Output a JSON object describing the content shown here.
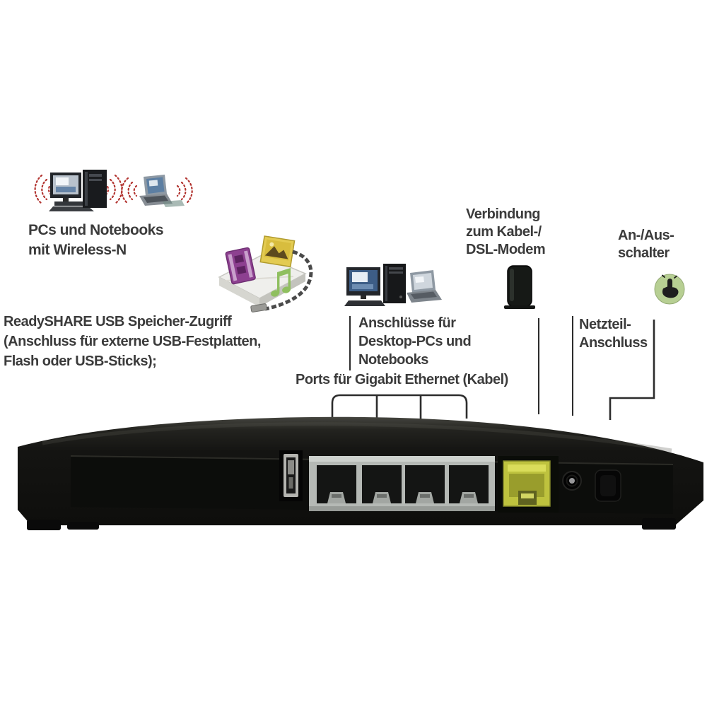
{
  "diagram_title": "Router rear panel annotated diagram",
  "labels": {
    "wireless": {
      "lines": [
        "PCs und Notebooks",
        "mit Wireless-N"
      ]
    },
    "readyshare": {
      "lines": [
        "ReadySHARE USB Speicher-Zugriff",
        "(Anschluss für externe USB-Festplatten,",
        "Flash oder USB-Sticks);"
      ]
    },
    "lan_clients": {
      "lines": [
        "Anschlüsse für",
        "Desktop-PCs und",
        "Notebooks"
      ]
    },
    "gigabit_ports": {
      "lines": [
        "Ports für Gigabit Ethernet (Kabel)"
      ]
    },
    "modem": {
      "lines": [
        "Verbindung",
        "zum Kabel-/",
        "DSL-Modem"
      ]
    },
    "power_switch": {
      "lines": [
        "An-/Aus-",
        "schalter"
      ]
    },
    "power_jack": {
      "lines": [
        "Netzteil-",
        "Anschluss"
      ]
    }
  },
  "icons": {
    "wifi_arcs": "red dotted signal arcs",
    "wireless_desktop": "desktop PC with monitor and tower",
    "wireless_laptop": "notebook computer",
    "usb_storage": "external USB drive with media chips and cable",
    "lan_desktop": "desktop PC with monitor, tower and laptop",
    "cable_modem": "upright black cable/DSL modem",
    "power_button": "green push-finger button",
    "router_ports": [
      "usb-port",
      "lan-port-1",
      "lan-port-2",
      "lan-port-3",
      "lan-port-4",
      "wan-port-yellow",
      "dc-jack",
      "power-switch"
    ]
  },
  "colors": {
    "text": "#3b3b3b",
    "leader_line": "#2c2c2c",
    "wifi_arc_red": "#b23430",
    "wan_port_yellow": "#bec23e",
    "power_button_green": "#b7cf93",
    "router_body": "#141412",
    "port_plate_silver": "#b5b9b5"
  }
}
